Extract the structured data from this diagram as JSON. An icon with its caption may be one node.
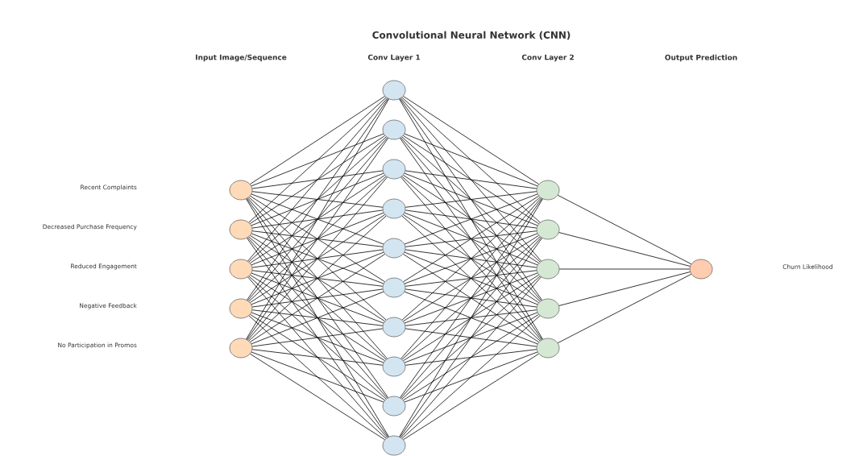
{
  "diagram": {
    "title": "Convolutional Neural Network (CNN)",
    "nodes": [
      {
        "text": [],
        "shape": "circle"
      },
      {
        "text": [],
        "shape": "circle"
      },
      {
        "text": [],
        "shape": "circle"
      },
      {
        "text": [],
        "shape": "circle"
      },
      {
        "text": [],
        "shape": "circle"
      },
      {
        "text": [],
        "shape": "circle"
      },
      {
        "text": [],
        "shape": "circle"
      },
      {
        "text": [],
        "shape": "circle"
      },
      {
        "text": [],
        "shape": "circle"
      },
      {
        "text": [],
        "shape": "circle"
      },
      {
        "text": [],
        "shape": "circle"
      },
      {
        "text": [],
        "shape": "circle"
      },
      {
        "text": [],
        "shape": "circle"
      },
      {
        "text": [],
        "shape": "circle"
      },
      {
        "text": [],
        "shape": "circle"
      },
      {
        "text": [],
        "shape": "circle"
      },
      {
        "text": [],
        "shape": "circle"
      },
      {
        "text": [],
        "shape": "circle"
      },
      {
        "text": [],
        "shape": "circle"
      },
      {
        "text": [],
        "shape": "circle"
      },
      {
        "text": [],
        "shape": "circle"
      }
    ],
    "edges": [
      {
        "from": 0,
        "to": 5,
        "arrow": "none"
      },
      {
        "from": 0,
        "to": 6,
        "arrow": "none"
      },
      {
        "from": 0,
        "to": 7,
        "arrow": "none"
      },
      {
        "from": 0,
        "to": 8,
        "arrow": "none"
      },
      {
        "from": 0,
        "to": 9,
        "arrow": "none"
      },
      {
        "from": 0,
        "to": 10,
        "arrow": "none"
      },
      {
        "from": 0,
        "to": 11,
        "arrow": "none"
      },
      {
        "from": 0,
        "to": 12,
        "arrow": "none"
      },
      {
        "from": 0,
        "to": 13,
        "arrow": "none"
      },
      {
        "from": 0,
        "to": 14,
        "arrow": "none"
      },
      {
        "from": 1,
        "to": 5,
        "arrow": "none"
      },
      {
        "from": 1,
        "to": 6,
        "arrow": "none"
      },
      {
        "from": 1,
        "to": 7,
        "arrow": "none"
      },
      {
        "from": 1,
        "to": 8,
        "arrow": "none"
      },
      {
        "from": 1,
        "to": 9,
        "arrow": "none"
      },
      {
        "from": 1,
        "to": 10,
        "arrow": "none"
      },
      {
        "from": 1,
        "to": 11,
        "arrow": "none"
      },
      {
        "from": 1,
        "to": 12,
        "arrow": "none"
      },
      {
        "from": 1,
        "to": 13,
        "arrow": "none"
      },
      {
        "from": 1,
        "to": 14,
        "arrow": "none"
      },
      {
        "from": 2,
        "to": 5,
        "arrow": "none"
      },
      {
        "from": 2,
        "to": 6,
        "arrow": "none"
      },
      {
        "from": 2,
        "to": 7,
        "arrow": "none"
      },
      {
        "from": 2,
        "to": 8,
        "arrow": "none"
      },
      {
        "from": 2,
        "to": 9,
        "arrow": "none"
      },
      {
        "from": 2,
        "to": 10,
        "arrow": "none"
      },
      {
        "from": 2,
        "to": 11,
        "arrow": "none"
      },
      {
        "from": 2,
        "to": 12,
        "arrow": "none"
      },
      {
        "from": 2,
        "to": 13,
        "arrow": "none"
      },
      {
        "from": 2,
        "to": 14,
        "arrow": "none"
      },
      {
        "from": 3,
        "to": 5,
        "arrow": "none"
      },
      {
        "from": 3,
        "to": 6,
        "arrow": "none"
      },
      {
        "from": 3,
        "to": 7,
        "arrow": "none"
      },
      {
        "from": 3,
        "to": 8,
        "arrow": "none"
      },
      {
        "from": 3,
        "to": 9,
        "arrow": "none"
      },
      {
        "from": 3,
        "to": 10,
        "arrow": "none"
      },
      {
        "from": 3,
        "to": 11,
        "arrow": "none"
      },
      {
        "from": 3,
        "to": 12,
        "arrow": "none"
      },
      {
        "from": 3,
        "to": 13,
        "arrow": "none"
      },
      {
        "from": 3,
        "to": 14,
        "arrow": "none"
      },
      {
        "from": 4,
        "to": 5,
        "arrow": "none"
      },
      {
        "from": 4,
        "to": 6,
        "arrow": "none"
      },
      {
        "from": 4,
        "to": 7,
        "arrow": "none"
      },
      {
        "from": 4,
        "to": 8,
        "arrow": "none"
      },
      {
        "from": 4,
        "to": 9,
        "arrow": "none"
      },
      {
        "from": 4,
        "to": 10,
        "arrow": "none"
      },
      {
        "from": 4,
        "to": 11,
        "arrow": "none"
      },
      {
        "from": 4,
        "to": 12,
        "arrow": "none"
      },
      {
        "from": 4,
        "to": 13,
        "arrow": "none"
      },
      {
        "from": 4,
        "to": 14,
        "arrow": "none"
      },
      {
        "from": 5,
        "to": 15,
        "arrow": "none"
      },
      {
        "from": 5,
        "to": 16,
        "arrow": "none"
      },
      {
        "from": 5,
        "to": 17,
        "arrow": "none"
      },
      {
        "from": 5,
        "to": 18,
        "arrow": "none"
      },
      {
        "from": 5,
        "to": 19,
        "arrow": "none"
      },
      {
        "from": 6,
        "to": 15,
        "arrow": "none"
      },
      {
        "from": 6,
        "to": 16,
        "arrow": "none"
      },
      {
        "from": 6,
        "to": 17,
        "arrow": "none"
      },
      {
        "from": 6,
        "to": 18,
        "arrow": "none"
      },
      {
        "from": 6,
        "to": 19,
        "arrow": "none"
      },
      {
        "from": 7,
        "to": 15,
        "arrow": "none"
      },
      {
        "from": 7,
        "to": 16,
        "arrow": "none"
      },
      {
        "from": 7,
        "to": 17,
        "arrow": "none"
      },
      {
        "from": 7,
        "to": 18,
        "arrow": "none"
      },
      {
        "from": 7,
        "to": 19,
        "arrow": "none"
      },
      {
        "from": 8,
        "to": 15,
        "arrow": "none"
      },
      {
        "from": 8,
        "to": 16,
        "arrow": "none"
      },
      {
        "from": 8,
        "to": 17,
        "arrow": "none"
      },
      {
        "from": 8,
        "to": 18,
        "arrow": "none"
      },
      {
        "from": 8,
        "to": 19,
        "arrow": "none"
      },
      {
        "from": 9,
        "to": 15,
        "arrow": "none"
      },
      {
        "from": 9,
        "to": 16,
        "arrow": "none"
      },
      {
        "from": 9,
        "to": 17,
        "arrow": "none"
      },
      {
        "from": 9,
        "to": 18,
        "arrow": "none"
      },
      {
        "from": 9,
        "to": 19,
        "arrow": "none"
      },
      {
        "from": 10,
        "to": 15,
        "arrow": "none"
      },
      {
        "from": 10,
        "to": 16,
        "arrow": "none"
      },
      {
        "from": 10,
        "to": 17,
        "arrow": "none"
      },
      {
        "from": 10,
        "to": 18,
        "arrow": "none"
      },
      {
        "from": 10,
        "to": 19,
        "arrow": "none"
      },
      {
        "from": 11,
        "to": 15,
        "arrow": "none"
      },
      {
        "from": 11,
        "to": 16,
        "arrow": "none"
      },
      {
        "from": 11,
        "to": 17,
        "arrow": "none"
      },
      {
        "from": 11,
        "to": 18,
        "arrow": "none"
      },
      {
        "from": 11,
        "to": 19,
        "arrow": "none"
      },
      {
        "from": 12,
        "to": 15,
        "arrow": "none"
      },
      {
        "from": 12,
        "to": 16,
        "arrow": "none"
      },
      {
        "from": 12,
        "to": 17,
        "arrow": "none"
      },
      {
        "from": 12,
        "to": 18,
        "arrow": "none"
      },
      {
        "from": 12,
        "to": 19,
        "arrow": "none"
      },
      {
        "from": 13,
        "to": 15,
        "arrow": "none"
      },
      {
        "from": 13,
        "to": 16,
        "arrow": "none"
      },
      {
        "from": 13,
        "to": 17,
        "arrow": "none"
      },
      {
        "from": 13,
        "to": 18,
        "arrow": "none"
      },
      {
        "from": 13,
        "to": 19,
        "arrow": "none"
      },
      {
        "from": 14,
        "to": 15,
        "arrow": "none"
      },
      {
        "from": 14,
        "to": 16,
        "arrow": "none"
      },
      {
        "from": 14,
        "to": 17,
        "arrow": "none"
      },
      {
        "from": 14,
        "to": 18,
        "arrow": "none"
      },
      {
        "from": 14,
        "to": 19,
        "arrow": "none"
      },
      {
        "from": 15,
        "to": 20,
        "arrow": "none"
      },
      {
        "from": 16,
        "to": 20,
        "arrow": "none"
      },
      {
        "from": 17,
        "to": 20,
        "arrow": "none"
      },
      {
        "from": 18,
        "to": 20,
        "arrow": "none"
      },
      {
        "from": 19,
        "to": 20,
        "arrow": "none"
      }
    ],
    "labels": [
      "Input Image/Sequence",
      "Conv Layer 1",
      "Conv Layer 2",
      "Output Prediction",
      "Recent Complaints",
      "Decreased Purchase Frequency",
      "Reduced Engagement",
      "Churn Likelihood",
      "Negative Feedback",
      "No Participation in Promos"
    ]
  }
}
